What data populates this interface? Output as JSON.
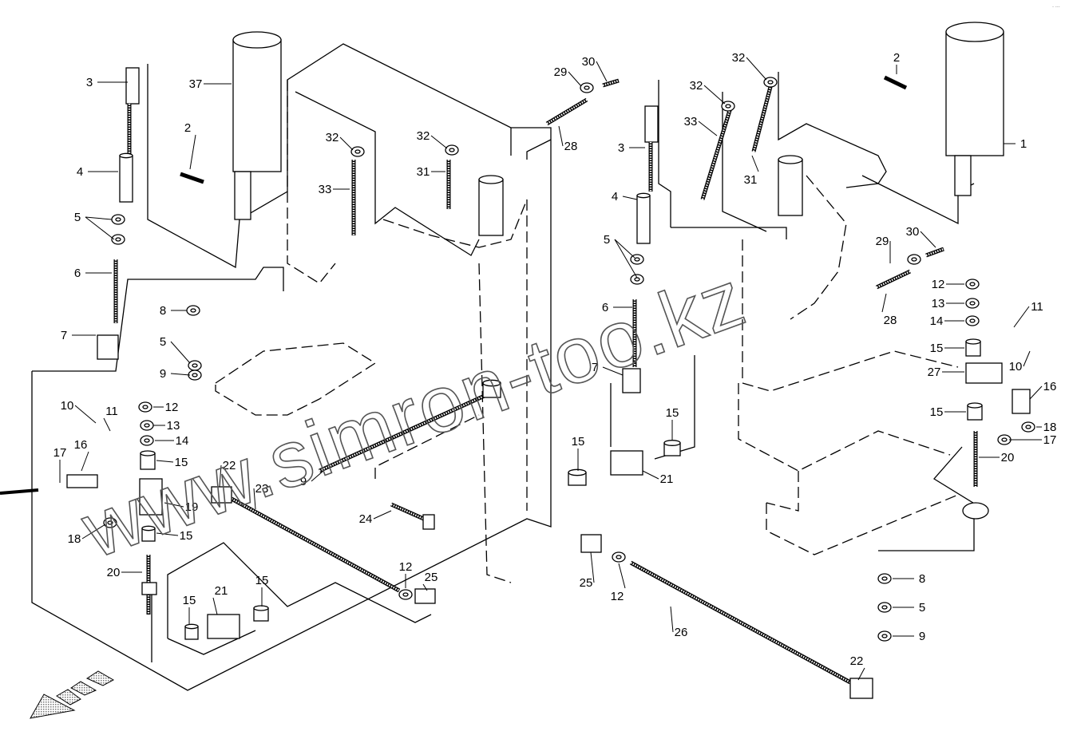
{
  "diagram": {
    "type": "exploded parts diagram",
    "watermark": "www.simron-too.kz",
    "corner_mark": "- ---",
    "direction_arrow_icon": "front-direction-arrow",
    "left_assembly_callouts": [
      "3",
      "37",
      "2",
      "4",
      "5",
      "6",
      "7",
      "8",
      "5",
      "9",
      "10",
      "11",
      "12",
      "13",
      "14",
      "15",
      "16",
      "17",
      "18",
      "19",
      "15",
      "20",
      "15",
      "21",
      "15",
      "22",
      "23",
      "9",
      "24",
      "12",
      "25",
      "32",
      "33",
      "32",
      "31",
      "29",
      "30",
      "28"
    ],
    "right_assembly_callouts": [
      "32",
      "32",
      "33",
      "3",
      "31",
      "4",
      "5",
      "6",
      "7",
      "15",
      "15",
      "21",
      "2",
      "1",
      "29",
      "30",
      "28",
      "12",
      "13",
      "14",
      "15",
      "11",
      "10",
      "27",
      "16",
      "18",
      "17",
      "15",
      "20",
      "8",
      "5",
      "9",
      "25",
      "12",
      "26",
      "22"
    ]
  }
}
